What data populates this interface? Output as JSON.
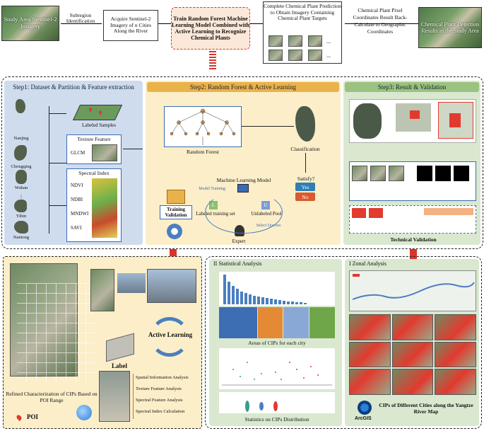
{
  "top": {
    "study_area": "Study Area Sentinel-2 Imagery",
    "arrow1": "Subregion Identification",
    "acquire": "Acquire Sentinel-2 Imagery of n Cities Along the River",
    "train": "Train Random Forest Machine Learning Model Combined with Active Learning to Recognize Chemical Plants",
    "complete": "Complete Chemical Plant Prediction to Obtain Imagery Containing Chemical Plant Targets",
    "dots": "...",
    "arrow2": "Chemical Plant Pixel Coordinates Result Back-Calculate to Geographic Coordinates",
    "result": "Chemical Plant Detection Results in the Study Area"
  },
  "step1": {
    "title": "Step1: Dataset & Partition & Feature extraction",
    "cities": [
      "Nanjing",
      "Chongqing",
      "Wuhan",
      "⋮",
      "Yibin",
      "Nantong"
    ],
    "labeled": "Labeled Samples",
    "texture": "Texture Feature",
    "glcm": "GLCM",
    "spectral": "Spectral Index",
    "indices": [
      "NDVI",
      "NDBI",
      "MNDWI",
      "SAVI"
    ]
  },
  "step2": {
    "title": "Step2: Random Forest & Active Learning",
    "rf": "Random Forest",
    "classification": "Classification",
    "ml_model": "Machine Learning Model",
    "model_training": "Model Training",
    "satisfy": "Satisfy?",
    "yes": "Yes",
    "no": "No",
    "training_validation": "Training Validation",
    "labeled_set": "Labeled training set",
    "unlabeled_pool": "Unlabeled Pool",
    "select_queries": "Select Queries",
    "expert": "Expert",
    "L": "L",
    "U": "U"
  },
  "step3": {
    "title": "Step3: Result & Validation",
    "technical": "Technical Validation"
  },
  "bottom_left": {
    "label": "Label",
    "active": "Active Learning",
    "refined": "Refined Characterization of CIPs Based on POI Range",
    "poi": "POI",
    "analyses": [
      "Spatial Information Analysis",
      "Texture Feature Analysis",
      "Spectral Feature Analysis",
      "Spectral Index Calculation"
    ]
  },
  "bottom_mid": {
    "title": "II Statistical Analysis",
    "areas": "Areas of CIPs for each city",
    "stats": "Statistics on CIPs Distribution"
  },
  "bottom_right": {
    "title": "I Zonal Analysis",
    "arcgis": "ArcGIS",
    "caption": "CIPs of Different Cities along the Yangtze River Map"
  },
  "colors": {
    "step1": "#cfdcee",
    "step2": "#fbeec8",
    "step3": "#d9e8cf",
    "bar1": "#e9b24b",
    "bar3": "#9cc27f",
    "red_arrow": "#d8352a"
  }
}
